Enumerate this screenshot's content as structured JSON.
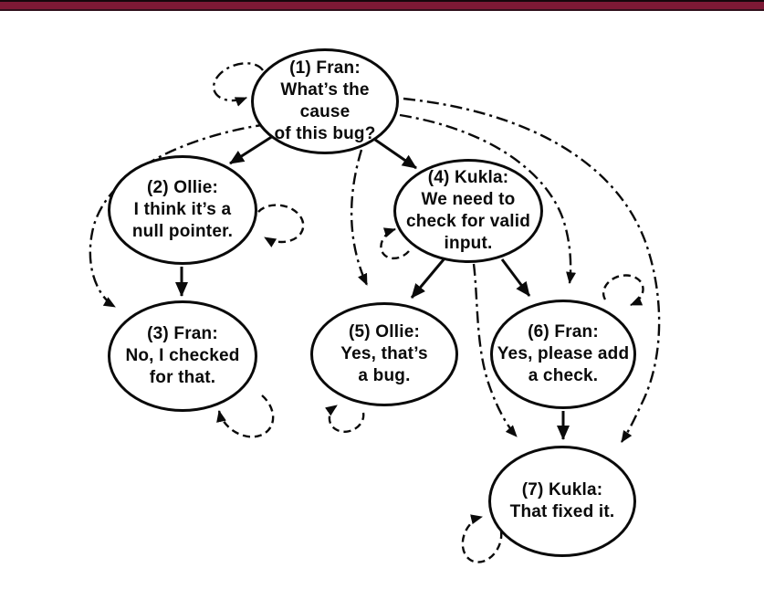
{
  "page": {
    "type": "figure",
    "description": "Threaded bug-discussion conversation graph",
    "top_bar_color": "#7d1935",
    "background_color": "#ffffff",
    "line_color": "#0a0a0a"
  },
  "diagram": {
    "nodes": [
      {
        "id": 1,
        "speaker": "Fran",
        "text": "(1) Fran:\nWhat’s the\ncause\nof this bug?"
      },
      {
        "id": 2,
        "speaker": "Ollie",
        "text": "(2) Ollie:\nI think it’s a\nnull pointer."
      },
      {
        "id": 3,
        "speaker": "Fran",
        "text": "(3) Fran:\nNo, I checked\nfor that."
      },
      {
        "id": 4,
        "speaker": "Kukla",
        "text": "(4) Kukla:\nWe need to\ncheck for valid\ninput."
      },
      {
        "id": 5,
        "speaker": "Ollie",
        "text": "(5) Ollie:\nYes, that’s\na bug."
      },
      {
        "id": 6,
        "speaker": "Fran",
        "text": "(6) Fran:\nYes, please add\na check."
      },
      {
        "id": 7,
        "speaker": "Kukla",
        "text": "(7) Kukla:\nThat fixed it."
      }
    ],
    "edges": [
      {
        "from": 1,
        "to": 2,
        "style": "solid"
      },
      {
        "from": 1,
        "to": 4,
        "style": "solid"
      },
      {
        "from": 2,
        "to": 3,
        "style": "solid"
      },
      {
        "from": 4,
        "to": 5,
        "style": "solid"
      },
      {
        "from": 4,
        "to": 6,
        "style": "solid"
      },
      {
        "from": 6,
        "to": 7,
        "style": "solid"
      },
      {
        "from": 1,
        "to": 3,
        "style": "dash-dot"
      },
      {
        "from": 1,
        "to": 5,
        "style": "dash-dot"
      },
      {
        "from": 1,
        "to": 6,
        "style": "dash-dot"
      },
      {
        "from": 1,
        "to": 7,
        "style": "dash-dot"
      },
      {
        "from": 4,
        "to": 7,
        "style": "dash-dot"
      },
      {
        "from": 1,
        "to": 1,
        "style": "dashed-self-loop"
      },
      {
        "from": 2,
        "to": 2,
        "style": "dashed-self-loop"
      },
      {
        "from": 3,
        "to": 3,
        "style": "dashed-self-loop"
      },
      {
        "from": 4,
        "to": 4,
        "style": "dashed-self-loop"
      },
      {
        "from": 5,
        "to": 5,
        "style": "dashed-self-loop"
      },
      {
        "from": 6,
        "to": 6,
        "style": "dashed-self-loop"
      },
      {
        "from": 7,
        "to": 7,
        "style": "dashed-self-loop"
      }
    ]
  }
}
